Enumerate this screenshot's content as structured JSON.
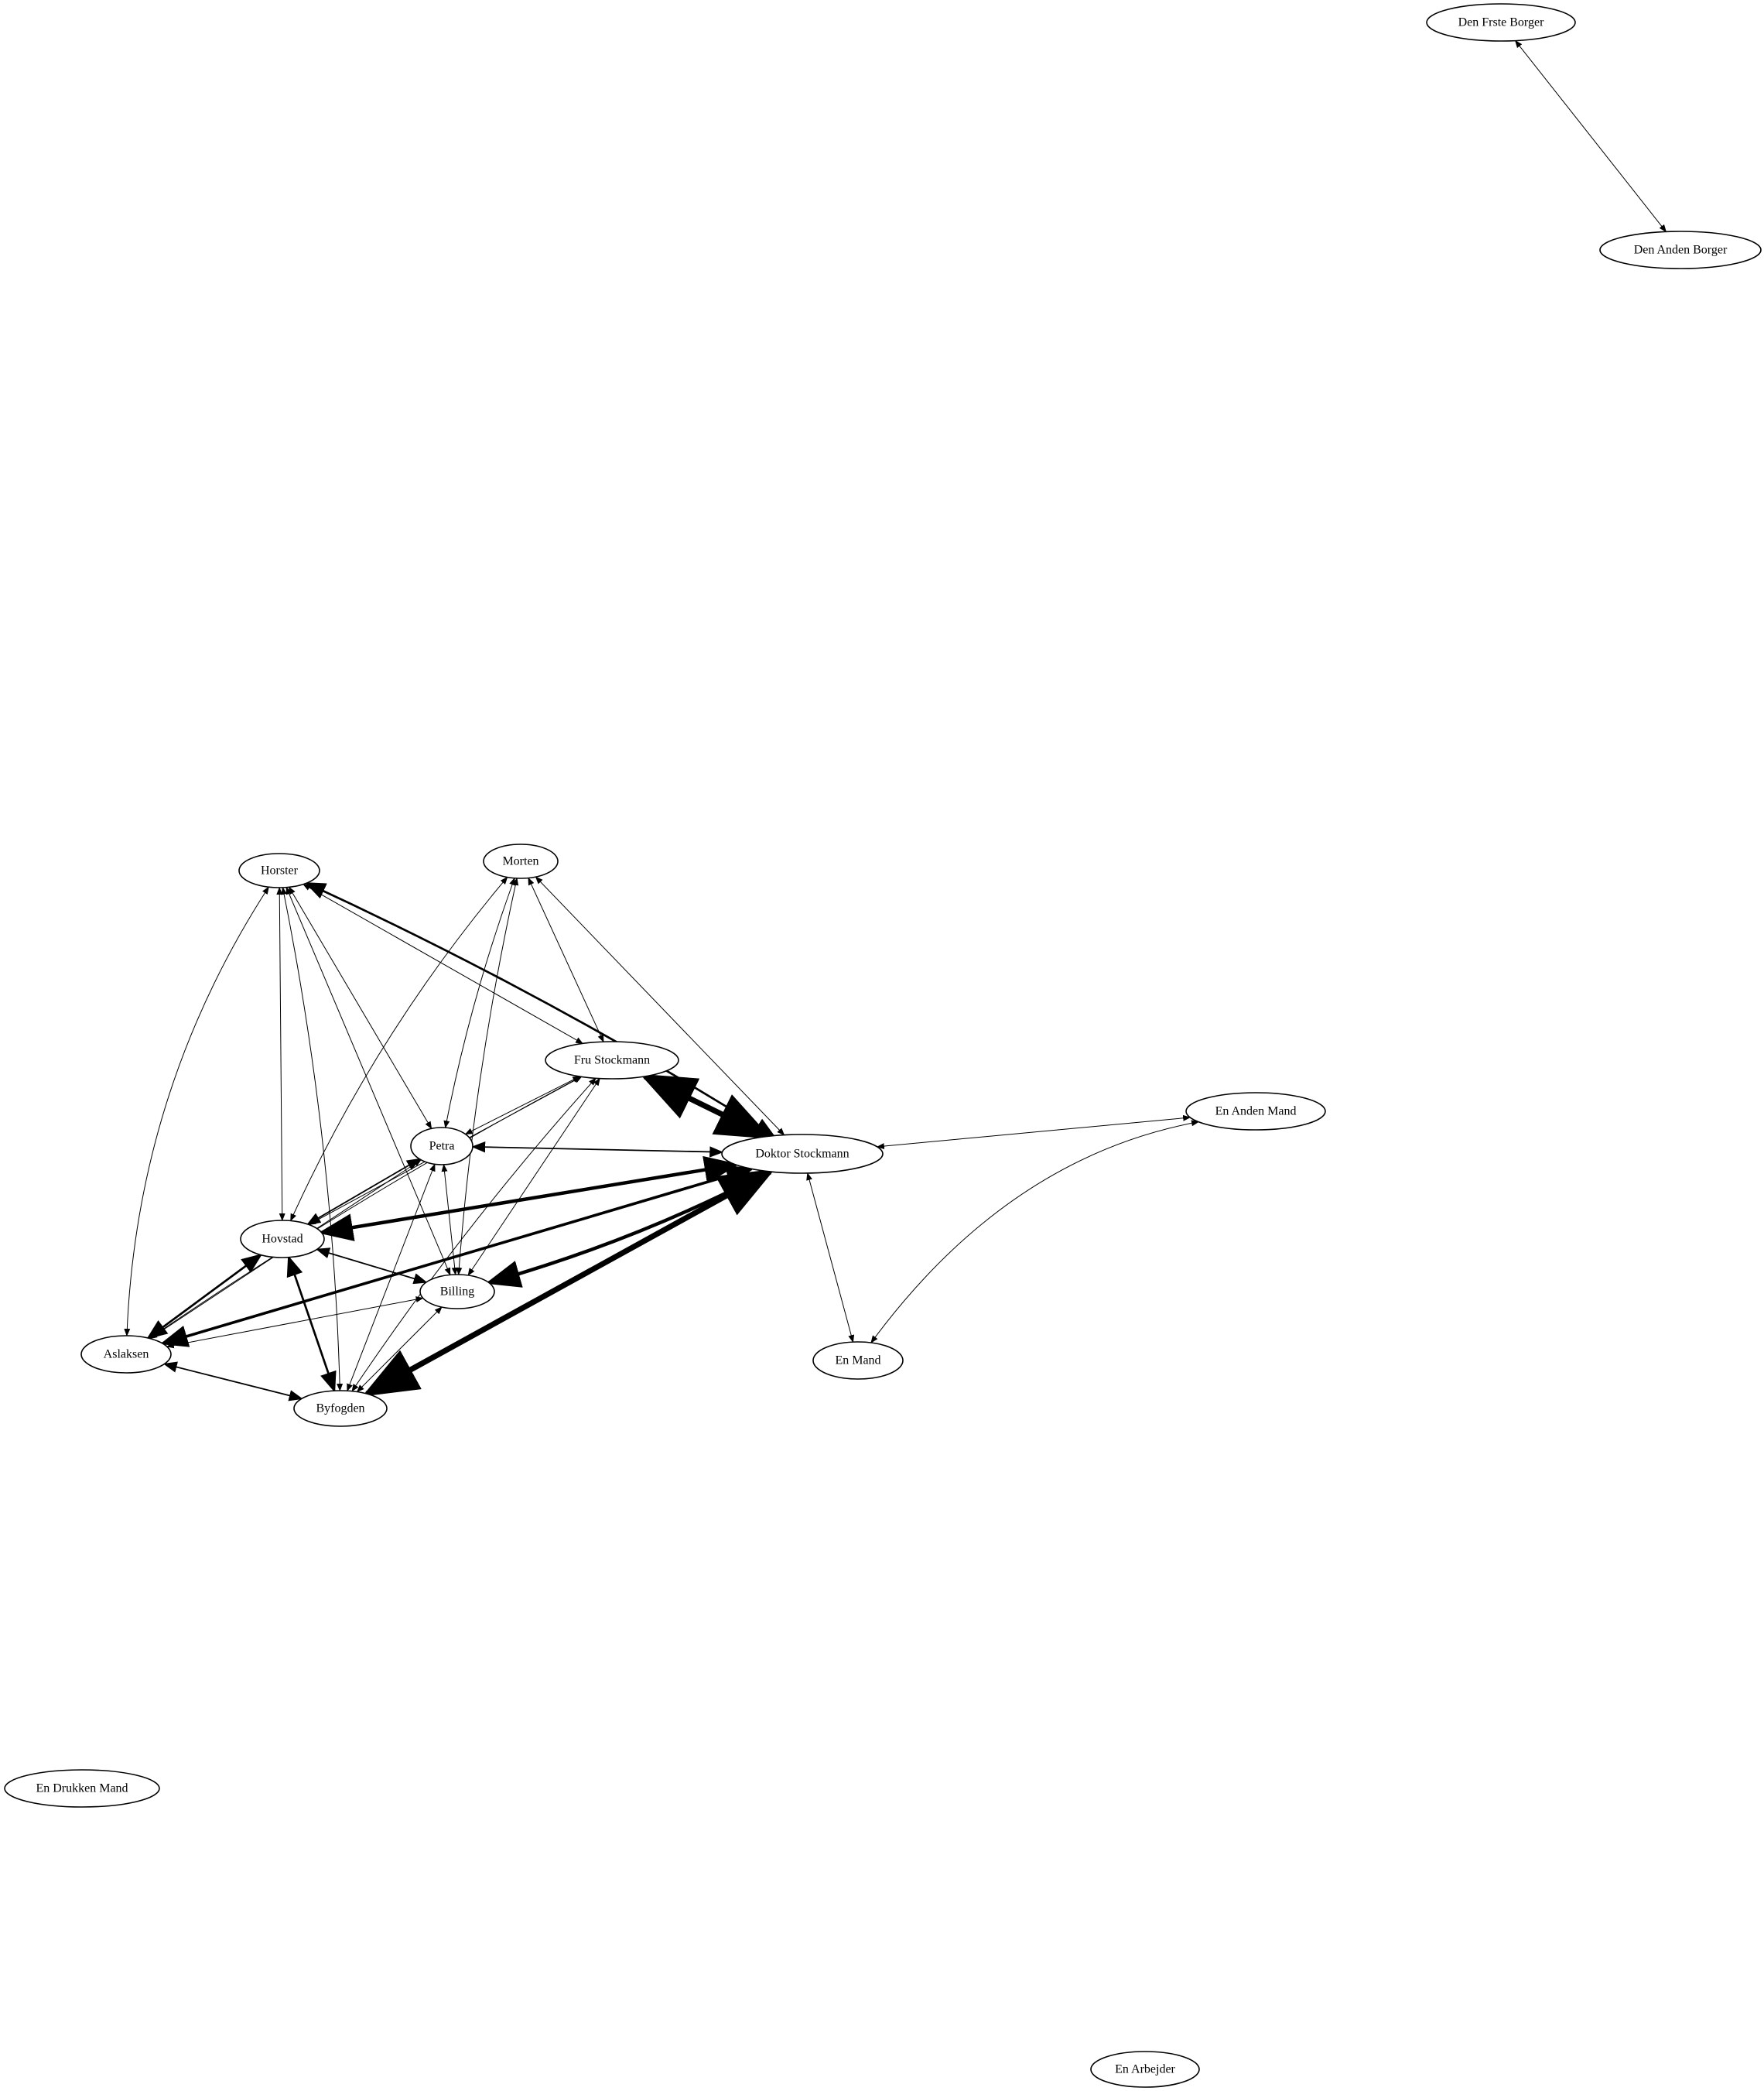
{
  "graph": {
    "nodes": [
      {
        "id": "den_frste_borger",
        "label": "Den Frste Borger"
      },
      {
        "id": "den_anden_borger",
        "label": "Den Anden Borger"
      },
      {
        "id": "horster",
        "label": "Horster"
      },
      {
        "id": "morten",
        "label": "Morten"
      },
      {
        "id": "fru_stockmann",
        "label": "Fru Stockmann"
      },
      {
        "id": "en_anden_mand",
        "label": "En Anden Mand"
      },
      {
        "id": "petra",
        "label": "Petra"
      },
      {
        "id": "doktor_stockmann",
        "label": "Doktor Stockmann"
      },
      {
        "id": "hovstad",
        "label": "Hovstad"
      },
      {
        "id": "billing",
        "label": "Billing"
      },
      {
        "id": "aslaksen",
        "label": "Aslaksen"
      },
      {
        "id": "en_mand",
        "label": "En Mand"
      },
      {
        "id": "byfogden",
        "label": "Byfogden"
      },
      {
        "id": "en_drukken_mand",
        "label": "En Drukken Mand"
      },
      {
        "id": "en_arbejder",
        "label": "En Arbejder"
      }
    ],
    "edges": [
      {
        "from": "den_frste_borger",
        "to": "den_anden_borger",
        "weight": 1
      },
      {
        "from": "doktor_stockmann",
        "to": "fru_stockmann",
        "weight": 8
      },
      {
        "from": "doktor_stockmann",
        "to": "byfogden",
        "weight": 8
      },
      {
        "from": "doktor_stockmann",
        "to": "hovstad",
        "weight": 5
      },
      {
        "from": "doktor_stockmann",
        "to": "aslaksen",
        "weight": 4
      },
      {
        "from": "doktor_stockmann",
        "to": "billing",
        "weight": 5
      },
      {
        "from": "doktor_stockmann",
        "to": "horster",
        "weight": 3
      },
      {
        "from": "doktor_stockmann",
        "to": "petra",
        "weight": 2
      },
      {
        "from": "doktor_stockmann",
        "to": "morten",
        "weight": 1
      },
      {
        "from": "doktor_stockmann",
        "to": "en_anden_mand",
        "weight": 1
      },
      {
        "from": "doktor_stockmann",
        "to": "en_mand",
        "weight": 1
      },
      {
        "from": "en_mand",
        "to": "en_anden_mand",
        "weight": 1
      },
      {
        "from": "hovstad",
        "to": "aslaksen",
        "weight": 3
      },
      {
        "from": "hovstad",
        "to": "byfogden",
        "weight": 3
      },
      {
        "from": "hovstad",
        "to": "billing",
        "weight": 2
      },
      {
        "from": "hovstad",
        "to": "petra",
        "weight": 2
      },
      {
        "from": "hovstad",
        "to": "fru_stockmann",
        "weight": 1
      },
      {
        "from": "hovstad",
        "to": "horster",
        "weight": 1
      },
      {
        "from": "hovstad",
        "to": "morten",
        "weight": 1
      },
      {
        "from": "aslaksen",
        "to": "byfogden",
        "weight": 2
      },
      {
        "from": "aslaksen",
        "to": "billing",
        "weight": 1
      },
      {
        "from": "aslaksen",
        "to": "petra",
        "weight": 1
      },
      {
        "from": "aslaksen",
        "to": "fru_stockmann",
        "weight": 1
      },
      {
        "from": "aslaksen",
        "to": "horster",
        "weight": 1
      },
      {
        "from": "horster",
        "to": "petra",
        "weight": 1
      },
      {
        "from": "horster",
        "to": "billing",
        "weight": 1
      },
      {
        "from": "horster",
        "to": "fru_stockmann",
        "weight": 1
      },
      {
        "from": "horster",
        "to": "byfogden",
        "weight": 1
      },
      {
        "from": "morten",
        "to": "fru_stockmann",
        "weight": 1
      },
      {
        "from": "morten",
        "to": "petra",
        "weight": 1
      },
      {
        "from": "morten",
        "to": "billing",
        "weight": 1
      },
      {
        "from": "petra",
        "to": "fru_stockmann",
        "weight": 1
      },
      {
        "from": "petra",
        "to": "billing",
        "weight": 1
      },
      {
        "from": "petra",
        "to": "byfogden",
        "weight": 1
      },
      {
        "from": "billing",
        "to": "fru_stockmann",
        "weight": 1
      },
      {
        "from": "billing",
        "to": "byfogden",
        "weight": 1
      },
      {
        "from": "fru_stockmann",
        "to": "byfogden",
        "weight": 1
      }
    ]
  }
}
